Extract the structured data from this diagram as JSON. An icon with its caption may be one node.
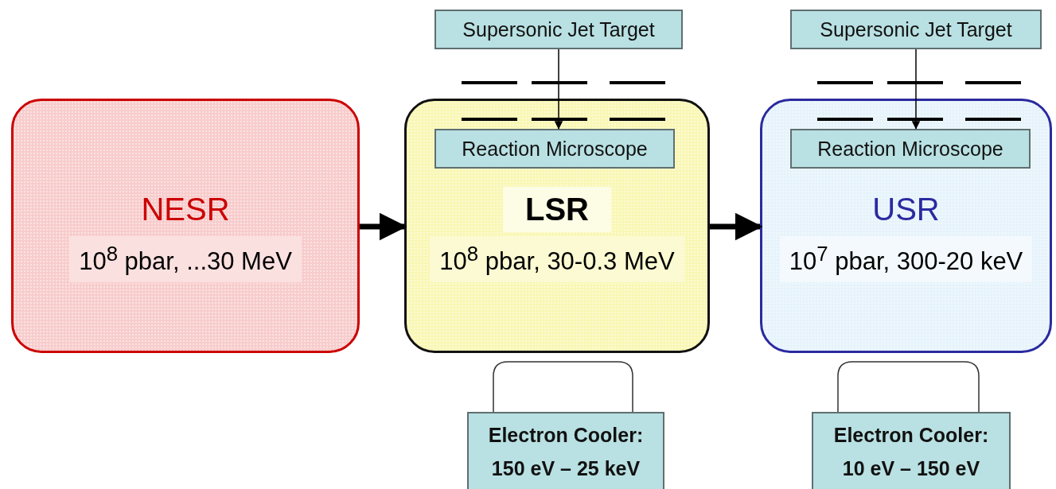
{
  "diagram": {
    "nodes": [
      {
        "text": [
          "Supersonic Jet Target"
        ]
      },
      {
        "text": [
          "Supersonic Jet Target"
        ]
      },
      {
        "text": [
          "NESR",
          "10$^{8}$ pbar, ...30 MeV"
        ]
      },
      {
        "text": [
          "LSR",
          "10$^{8}$ pbar, 30-0.3 MeV"
        ]
      },
      {
        "text": [
          "Reaction Microscope"
        ],
        "in": 3
      },
      {
        "text": [
          "USR",
          "10$^{7}$ pbar, 300-20 keV"
        ]
      },
      {
        "text": [
          "Reaction Microscope"
        ],
        "in": 5
      },
      {
        "text": [
          "Electron Cooler: 150 eV – 25 keV"
        ]
      },
      {
        "text": [
          "Electron Cooler: 10 eV – 150 eV"
        ]
      }
    ],
    "edges": [
      {
        "from": 2,
        "to": 3,
        "arrow": "to",
        "style": "thick"
      },
      {
        "from": 3,
        "to": 5,
        "arrow": "to",
        "style": "thick"
      },
      {
        "from": 0,
        "to": 4,
        "arrow": "to"
      },
      {
        "from": 1,
        "to": 6,
        "arrow": "to"
      }
    ]
  }
}
